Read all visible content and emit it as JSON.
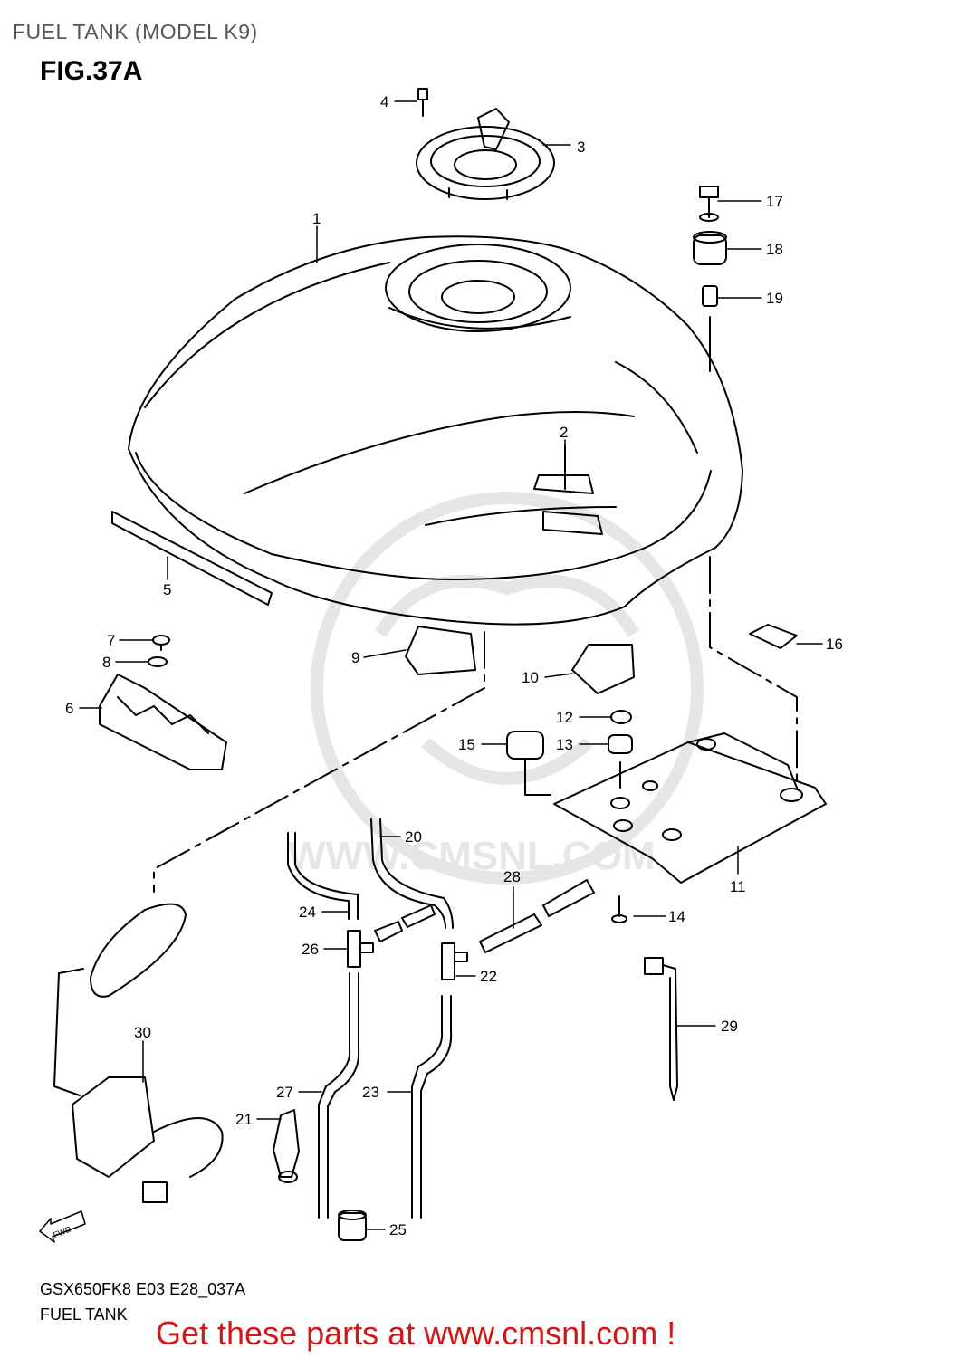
{
  "header": {
    "title": "FUEL TANK (MODEL K9)",
    "figure": "FIG.37A"
  },
  "watermark": {
    "text": "WWW.CMSNL.COM",
    "logo": "CMS"
  },
  "parts": [
    {
      "num": "1"
    },
    {
      "num": "2"
    },
    {
      "num": "3"
    },
    {
      "num": "4"
    },
    {
      "num": "5"
    },
    {
      "num": "6"
    },
    {
      "num": "7"
    },
    {
      "num": "8"
    },
    {
      "num": "9"
    },
    {
      "num": "10"
    },
    {
      "num": "11"
    },
    {
      "num": "12"
    },
    {
      "num": "13"
    },
    {
      "num": "14"
    },
    {
      "num": "15"
    },
    {
      "num": "16"
    },
    {
      "num": "17"
    },
    {
      "num": "18"
    },
    {
      "num": "19"
    },
    {
      "num": "20"
    },
    {
      "num": "21"
    },
    {
      "num": "22"
    },
    {
      "num": "23"
    },
    {
      "num": "24"
    },
    {
      "num": "25"
    },
    {
      "num": "26"
    },
    {
      "num": "27"
    },
    {
      "num": "28"
    },
    {
      "num": "29"
    },
    {
      "num": "30"
    }
  ],
  "fwd_label": "FWD",
  "footer": {
    "code": "GSX650FK8 E03 E28_037A",
    "name": "FUEL TANK",
    "link_text": "Get these parts at www.cmsnl.com !"
  },
  "colors": {
    "line": "#000000",
    "watermark": "#e6e6e6",
    "link": "#d01818",
    "page_title": "#555555"
  }
}
